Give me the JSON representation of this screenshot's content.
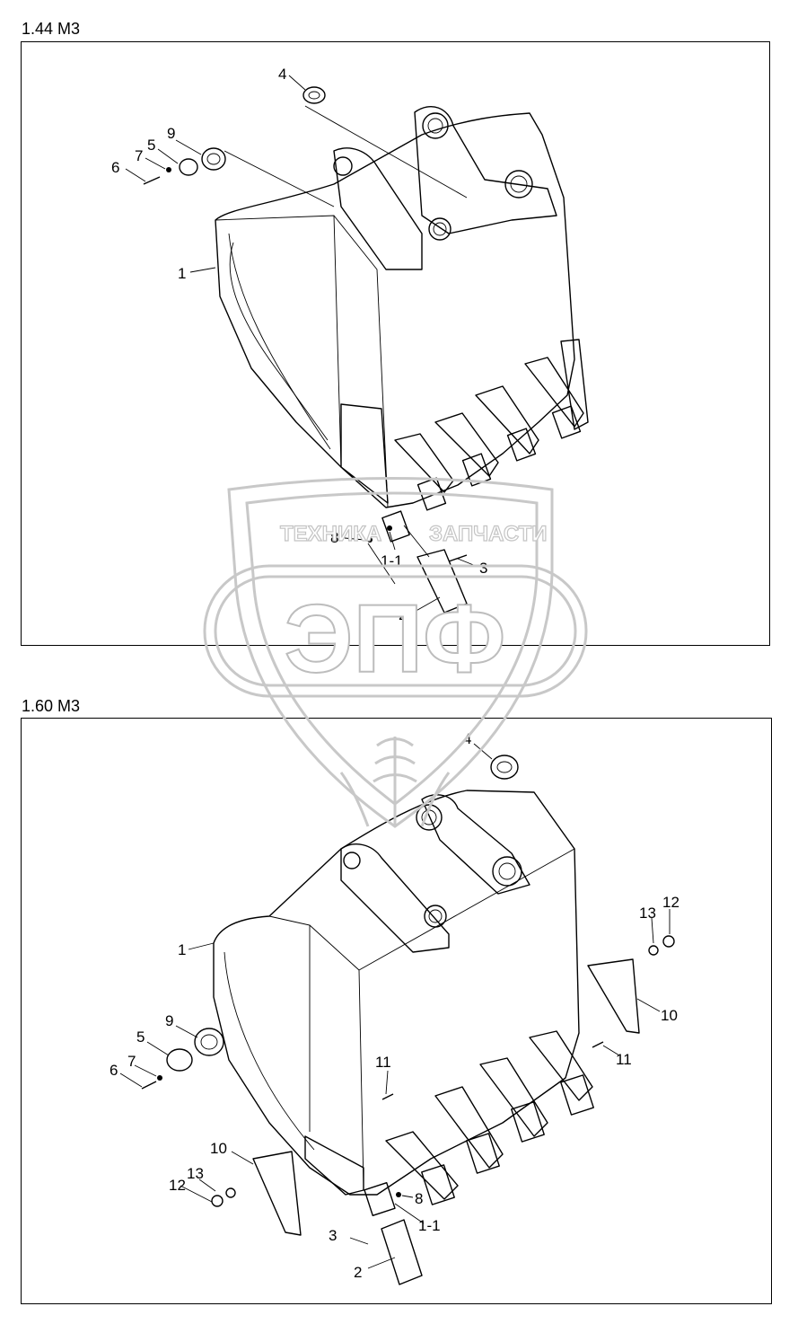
{
  "sections": [
    {
      "title": "1.44 М3",
      "callouts": [
        "1",
        "1-1",
        "2",
        "3",
        "4",
        "5",
        "6",
        "7",
        "8",
        "9"
      ]
    },
    {
      "title": "1.60 М3",
      "callouts": [
        "1",
        "1-1",
        "2",
        "3",
        "4",
        "5",
        "6",
        "7",
        "8",
        "9",
        "10",
        "10",
        "11",
        "11",
        "12",
        "12",
        "13",
        "13"
      ]
    }
  ],
  "watermark": {
    "big_text": "ЭПФ",
    "small_text_left": "ТЕХНИКА",
    "small_text_right": "ЗАПЧАСТИ"
  }
}
